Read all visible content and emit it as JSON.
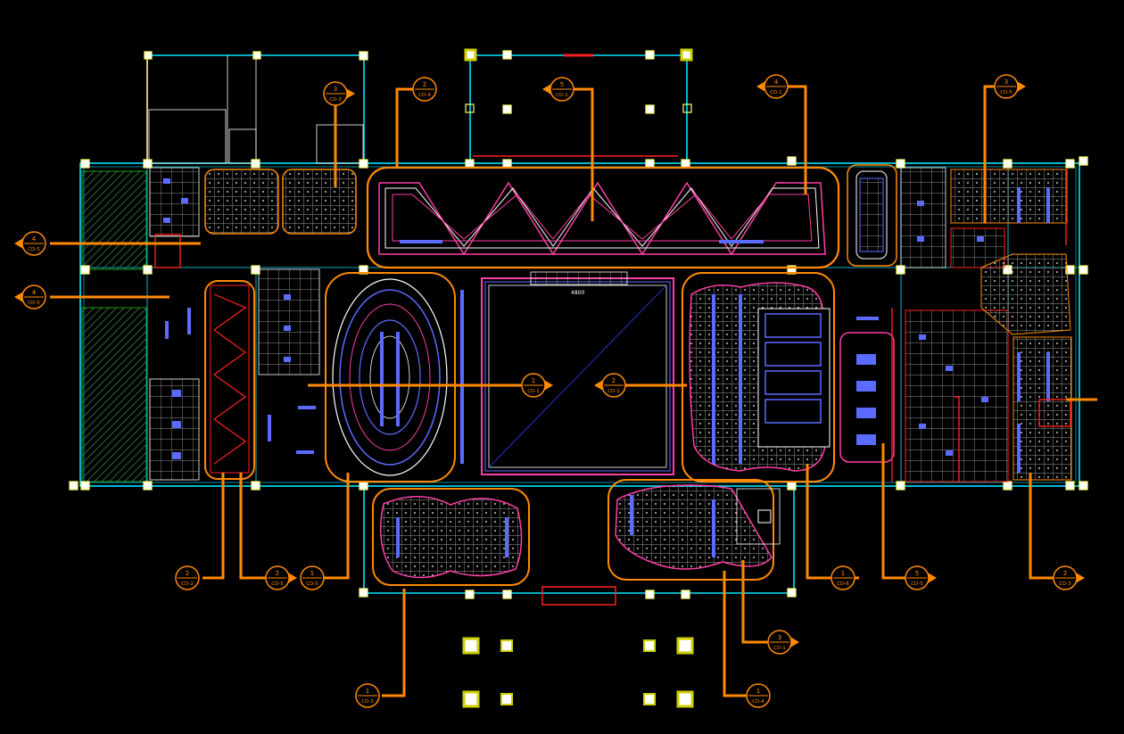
{
  "title": "",
  "colors": {
    "background": "#000000",
    "wall": "#00e5ff",
    "callout": "#ff8a00",
    "ceiling_border": "#ff3fa8",
    "grid": "#ffffff",
    "fixture": "#5c6bff",
    "column": "#ffff66",
    "red_wall": "#ff2020",
    "green": "#33ff33",
    "dim_text": "#ffffff"
  },
  "callouts": [
    {
      "num": "3",
      "ref": "CD-3"
    },
    {
      "num": "2",
      "ref": "CD-4"
    },
    {
      "num": "5",
      "ref": "CD-1"
    },
    {
      "num": "4",
      "ref": "CD-1"
    },
    {
      "num": "3",
      "ref": "CD-5"
    },
    {
      "num": "4",
      "ref": "CD-5"
    },
    {
      "num": "4",
      "ref": "CD-5"
    },
    {
      "num": "1",
      "ref": "CD-1"
    },
    {
      "num": "2",
      "ref": "CD-1"
    },
    {
      "num": "2",
      "ref": "CD-2"
    },
    {
      "num": "2",
      "ref": "CD-5"
    },
    {
      "num": "1",
      "ref": "CD-5"
    },
    {
      "num": "1",
      "ref": "CD-6"
    },
    {
      "num": "5",
      "ref": "CD-5"
    },
    {
      "num": "2",
      "ref": "CD-3"
    },
    {
      "num": "3",
      "ref": "CD-1"
    },
    {
      "num": "1",
      "ref": "CD-3"
    },
    {
      "num": "1",
      "ref": "CD-4"
    }
  ],
  "dimension_label": "4800"
}
